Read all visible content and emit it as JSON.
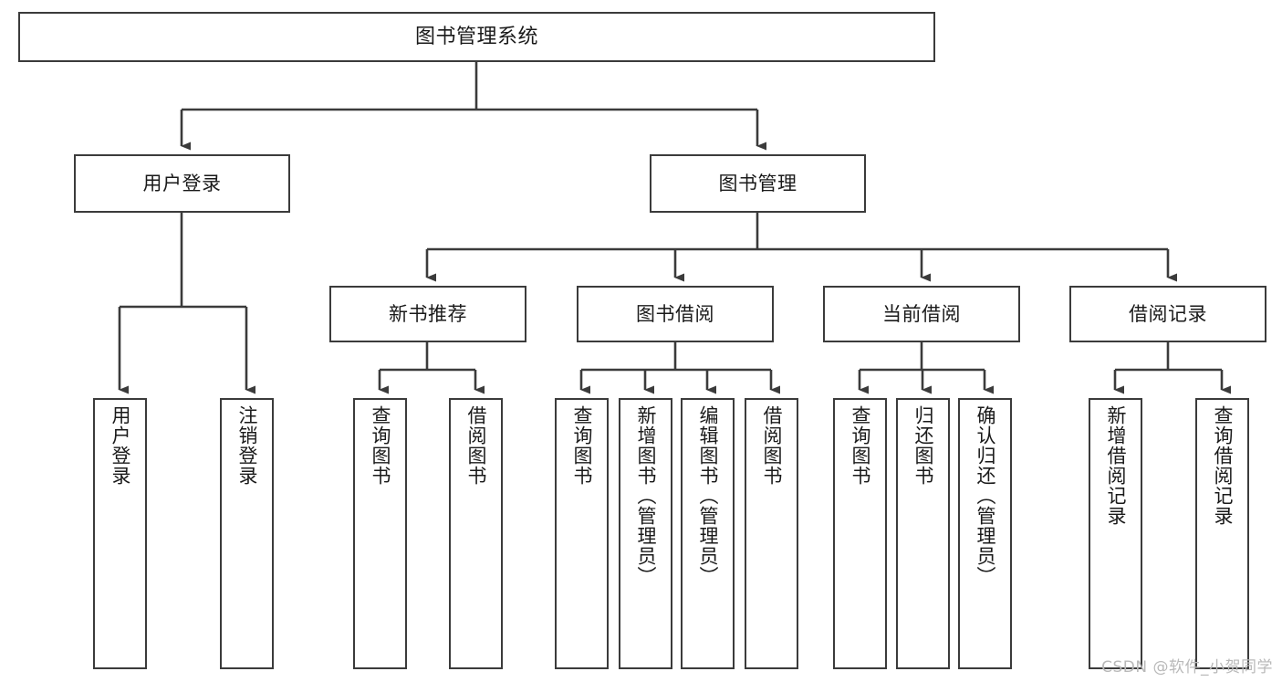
{
  "diagram": {
    "title": "图书管理系统",
    "type": "tree-hierarchy-chart",
    "watermark": "CSDN @软件_小贺同学",
    "colors": {
      "box_border": "#3b3b3b",
      "box_fill": "#ffffff",
      "edge": "#3b3b3b",
      "text": "#1a1a1a",
      "watermark": "#b9b9b9",
      "background": "#ffffff"
    },
    "levels": {
      "level1": [
        "图书管理系统"
      ],
      "level2": [
        "用户登录",
        "图书管理"
      ],
      "level3": [
        "新书推荐",
        "图书借阅",
        "当前借阅",
        "借阅记录"
      ],
      "level4": [
        "用户登录",
        "注销登录",
        "查询图书",
        "借阅图书",
        "查询图书",
        "新增图书（管理员）",
        "编辑图书（管理员）",
        "借阅图书",
        "查询图书",
        "归还图书",
        "确认归还（管理员）",
        "新增借阅记录",
        "查询借阅记录"
      ]
    },
    "nodes": {
      "root": {
        "label": "图书管理系统"
      },
      "user_login": {
        "label": "用户登录"
      },
      "book_manage": {
        "label": "图书管理"
      },
      "new_book_rec": {
        "label": "新书推荐"
      },
      "book_borrow": {
        "label": "图书借阅"
      },
      "current_borrow": {
        "label": "当前借阅"
      },
      "borrow_record": {
        "label": "借阅记录"
      },
      "leaf_user_login": {
        "label": "用户登录"
      },
      "leaf_logout": {
        "label": "注销登录"
      },
      "leaf_query_book_1": {
        "label": "查询图书"
      },
      "leaf_borrow_book_1": {
        "label": "借阅图书"
      },
      "leaf_query_book_2": {
        "label": "查询图书"
      },
      "leaf_add_book_admin": {
        "label": "新增图书（管理员）"
      },
      "leaf_edit_book_admin": {
        "label": "编辑图书（管理员）"
      },
      "leaf_borrow_book_2": {
        "label": "借阅图书"
      },
      "leaf_query_book_3": {
        "label": "查询图书"
      },
      "leaf_return_book": {
        "label": "归还图书"
      },
      "leaf_confirm_return_admin": {
        "label": "确认归还（管理员）"
      },
      "leaf_add_record": {
        "label": "新增借阅记录"
      },
      "leaf_query_record": {
        "label": "查询借阅记录"
      }
    },
    "edges": [
      {
        "from": "图书管理系统",
        "to": "用户登录"
      },
      {
        "from": "图书管理系统",
        "to": "图书管理"
      },
      {
        "from": "用户登录",
        "to": "用户登录"
      },
      {
        "from": "用户登录",
        "to": "注销登录"
      },
      {
        "from": "图书管理",
        "to": "新书推荐"
      },
      {
        "from": "图书管理",
        "to": "图书借阅"
      },
      {
        "from": "图书管理",
        "to": "当前借阅"
      },
      {
        "from": "图书管理",
        "to": "借阅记录"
      },
      {
        "from": "新书推荐",
        "to": "查询图书"
      },
      {
        "from": "新书推荐",
        "to": "借阅图书"
      },
      {
        "from": "图书借阅",
        "to": "查询图书"
      },
      {
        "from": "图书借阅",
        "to": "新增图书（管理员）"
      },
      {
        "from": "图书借阅",
        "to": "编辑图书（管理员）"
      },
      {
        "from": "图书借阅",
        "to": "借阅图书"
      },
      {
        "from": "当前借阅",
        "to": "查询图书"
      },
      {
        "from": "当前借阅",
        "to": "归还图书"
      },
      {
        "from": "当前借阅",
        "to": "确认归还（管理员）"
      },
      {
        "from": "借阅记录",
        "to": "新增借阅记录"
      },
      {
        "from": "借阅记录",
        "to": "查询借阅记录"
      }
    ]
  }
}
